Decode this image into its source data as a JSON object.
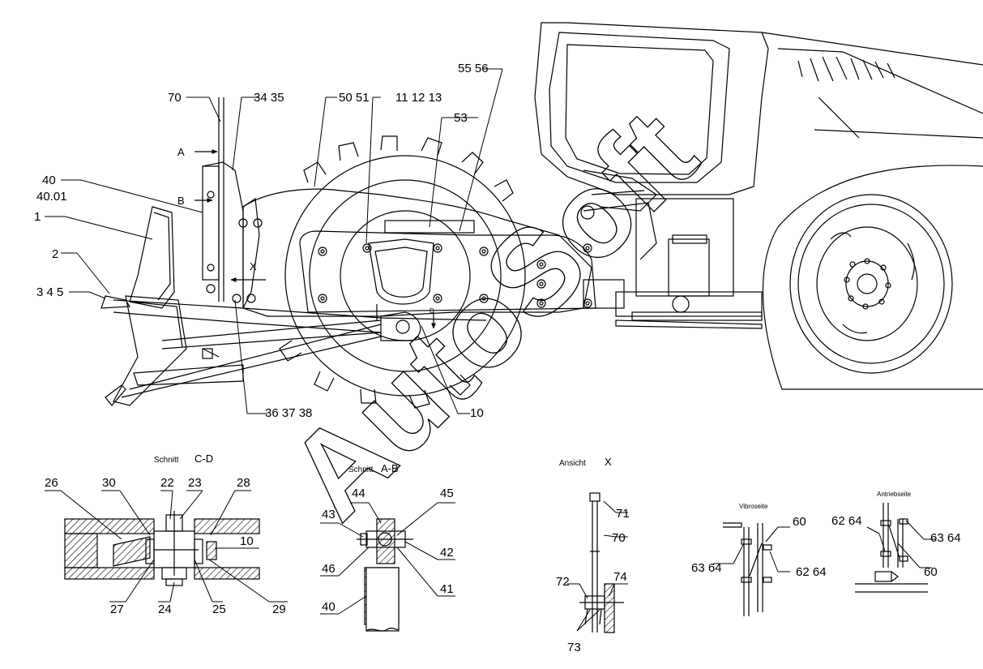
{
  "watermark": "AutoSoft",
  "main_callouts": {
    "c70": "70",
    "c34_35": "34 35",
    "c50_51": "50 51",
    "c11_12_13": "11 12 13",
    "c55_56": "55 56",
    "c53": "53",
    "c40": "40",
    "c40_01": "40.01",
    "c1": "1",
    "c2": "2",
    "c3_4_5": "3 4 5",
    "c36_37_38": "36 37 38",
    "c10": "10"
  },
  "section_marks": {
    "A": "A",
    "B": "B",
    "X": "X",
    "D": "D"
  },
  "section_cd": {
    "caption_word": "Schnitt",
    "caption_code": "C-D",
    "labels": {
      "l26": "26",
      "l30": "30",
      "l22": "22",
      "l23": "23",
      "l28": "28",
      "l10": "10",
      "l27": "27",
      "l24": "24",
      "l25": "25",
      "l29": "29"
    }
  },
  "section_ab": {
    "caption_word": "Schnitt",
    "caption_code": "A-B",
    "labels": {
      "l44": "44",
      "l45": "45",
      "l43": "43",
      "l42": "42",
      "l46": "46",
      "l41": "41",
      "l40": "40"
    }
  },
  "view_x": {
    "caption_word": "Ansicht",
    "caption_code": "X",
    "labels": {
      "l71": "71",
      "l70": "70",
      "l72": "72",
      "l74": "74",
      "l73": "73"
    }
  },
  "vibro_side": {
    "title": "Vibroseite",
    "labels": {
      "l60": "60",
      "l63_64": "63 64",
      "l62_64": "62 64"
    }
  },
  "drive_side": {
    "title": "Antriebseite",
    "labels": {
      "l62_64": "62 64",
      "l63_64": "63 64",
      "l60": "60"
    }
  }
}
